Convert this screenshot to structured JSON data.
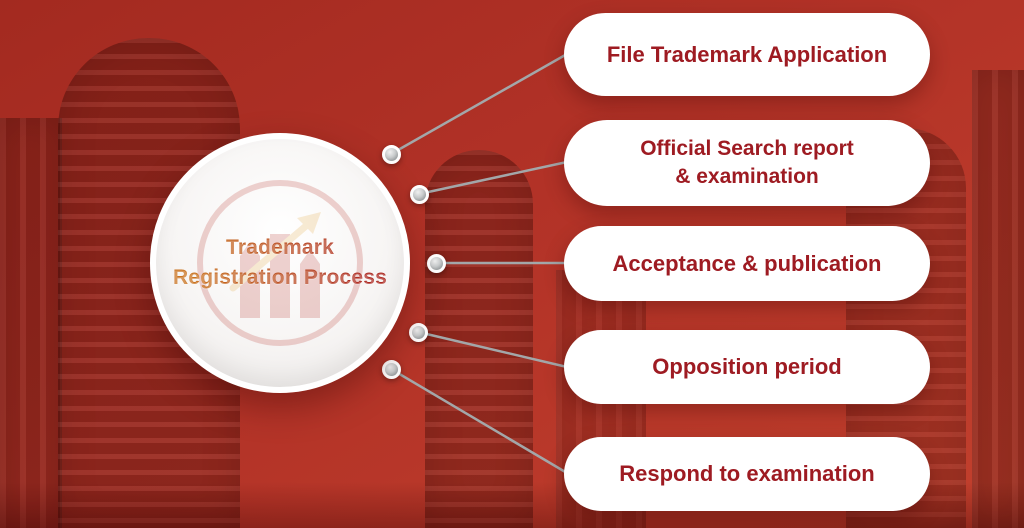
{
  "diagram": {
    "title": {
      "line1": "Trademark",
      "line2": "Registration Process"
    },
    "steps": [
      {
        "label": "File Trademark Application"
      },
      {
        "label": "Official Search report\n& examination"
      },
      {
        "label": "Acceptance & publication"
      },
      {
        "label": "Opposition period"
      },
      {
        "label": "Respond to examination"
      }
    ],
    "center_icon": "trademark-chart-logo"
  },
  "colors": {
    "bg_red": "#b23227",
    "bg_red_dark": "#a32a20",
    "bg_red_light": "#c2402d",
    "pill_text": "#9e1b22",
    "title_grad_start": "#c9721f",
    "title_grad_end": "#ad2b23",
    "connector": "#a3a7a9"
  }
}
